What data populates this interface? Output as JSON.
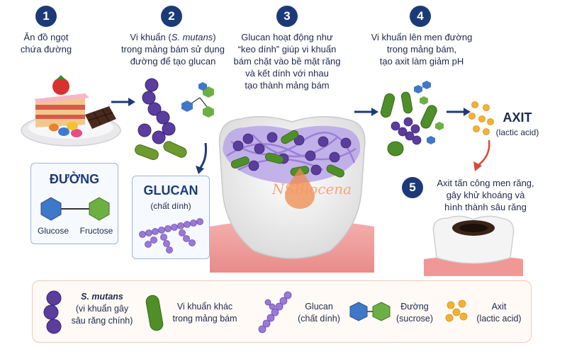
{
  "steps": [
    {
      "number": "1",
      "line1": "Ăn đồ ngọt",
      "line2": "chứa đường"
    },
    {
      "number": "2",
      "line1a": "Vi khuẩn (",
      "line1b": "S. mutans",
      "line1c": ")",
      "line2": "trong mảng bám sử dụng",
      "line3": "đường để tạo glucan"
    },
    {
      "number": "3",
      "line1": "Glucan hoạt động như",
      "line2": "“keo dính” giúp vi khuẩn",
      "line3": "bám chặt vào bề mặt răng",
      "line4": "và kết dính với nhau",
      "line5": "tạo thành mảng bám"
    },
    {
      "number": "4",
      "line1": "Vi khuẩn lên men đường",
      "line2": "trong mảng bám,",
      "line3": "tạo axit làm giảm pH"
    },
    {
      "number": "5",
      "line1": "Axit tấn công men răng,",
      "line2": "gây khử khoáng và",
      "line3": "hình thành sâu răng"
    }
  ],
  "sugar_box": {
    "title": "ĐƯỜNG",
    "glucose": "Glucose",
    "fructose": "Fructose"
  },
  "glucan_box": {
    "title": "GLUCAN",
    "subtitle": "(chất dính)"
  },
  "acid_label": {
    "title": "AXIT",
    "subtitle": "(lactic acid)"
  },
  "watermark": "NSBiocena",
  "legend": [
    {
      "line1": "S. mutans",
      "line2": "(vi khuẩn gây",
      "line3": "sâu răng chính)"
    },
    {
      "line1": "Vi khuẩn khác",
      "line2": "trong mảng bám"
    },
    {
      "line1": "Glucan",
      "line2": "(chất dính)"
    },
    {
      "line1": "Đường",
      "line2": "(sucrose)"
    },
    {
      "line1": "Axit",
      "line2": "(lactic acid)"
    }
  ],
  "colors": {
    "navy": "#1d3a78",
    "purple": "#5b3d9e",
    "green": "#4a8a2a",
    "blue_hex": "#3f78c8",
    "green_hex": "#6cb043",
    "acid": "#f4b133",
    "red_arrow": "#d94a3a",
    "gum": "#f2a0a0"
  }
}
